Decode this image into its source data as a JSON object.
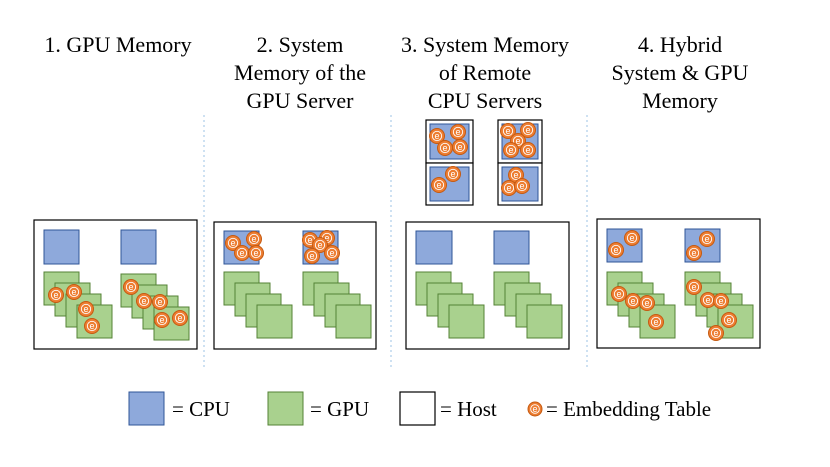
{
  "sections": [
    {
      "id": "gpu-memory",
      "title_lines": [
        "1. GPU Memory"
      ]
    },
    {
      "id": "system-memory-gpu-server",
      "title_lines": [
        "2. System",
        "Memory of the",
        "GPU Server"
      ]
    },
    {
      "id": "system-memory-remote-cpu",
      "title_lines": [
        "3. System Memory",
        "of Remote",
        "CPU Servers"
      ]
    },
    {
      "id": "hybrid-memory",
      "title_lines": [
        "4. Hybrid",
        "System & GPU",
        "Memory"
      ]
    }
  ],
  "embedding_letter": "e",
  "legend": {
    "cpu": "= CPU",
    "gpu": "= GPU",
    "host": "= Host",
    "embedding": "= Embedding Table"
  },
  "colors": {
    "cpu_fill": "#8EA9DB",
    "cpu_stroke": "#2F5597",
    "gpu_fill": "#A9D18E",
    "gpu_stroke": "#548235",
    "embedding_fill": "#ED7D31",
    "embedding_stroke": "#C55A11",
    "divider": "#9DC3E6"
  }
}
